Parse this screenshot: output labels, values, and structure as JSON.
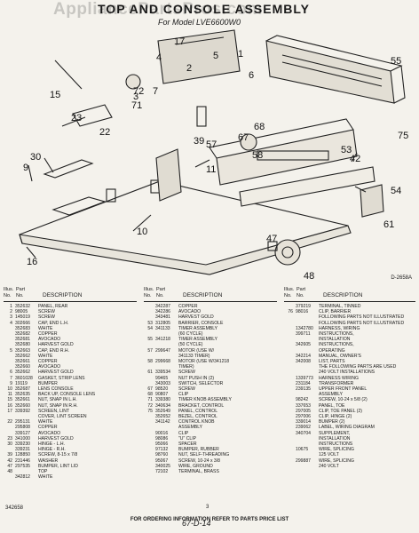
{
  "watermark": "AppliancePartsPros.com",
  "page_title": "TOP AND CONSOLE ASSEMBLY",
  "page_subtitle": "For Model LVE6600W0",
  "diagram_code": "D-2658A",
  "callouts": [
    "1",
    "2",
    "3",
    "4",
    "5",
    "6",
    "7",
    "9",
    "10",
    "11",
    "15",
    "16",
    "17",
    "22",
    "23",
    "30",
    "39",
    "42",
    "47",
    "48",
    "53",
    "54",
    "55",
    "57",
    "58",
    "61",
    "67",
    "68",
    "71",
    "72",
    "75"
  ],
  "columns": [
    {
      "hdr_ill": "Illus.",
      "hdr_part": "Part",
      "hdr_no": "No.",
      "hdr_pno": "No.",
      "hdr_desc": "DESCRIPTION",
      "rows": [
        [
          "1",
          "352632",
          "PANEL, REAR"
        ],
        [
          "2",
          "98005",
          "SCREW"
        ],
        [
          "3",
          "145019",
          "SCREW"
        ],
        [
          "4",
          "302666",
          "CAP, END L.H."
        ],
        [
          "",
          "352683",
          "WHITE"
        ],
        [
          "",
          "352682",
          "COPPER"
        ],
        [
          "",
          "352681",
          "AVOCADO"
        ],
        [
          "",
          "352680",
          "HARVEST GOLD"
        ],
        [
          "5",
          "352663",
          "CAP, END R.H."
        ],
        [
          "",
          "352662",
          "WHITE"
        ],
        [
          "",
          "352661",
          "COPPER"
        ],
        [
          "",
          "352660",
          "AVOCADO"
        ],
        [
          "6",
          "352662",
          "HARVEST GOLD"
        ],
        [
          "7",
          "3601028",
          "GASKET, STRIP LENS"
        ],
        [
          "9",
          "19119",
          "BUMPER"
        ],
        [
          "10",
          "352687",
          "LENS CONSOLE"
        ],
        [
          "11",
          "352635",
          "BACK UP, CONSOLE LENS"
        ],
        [
          "15",
          "352661",
          "NUT, SNAP IN L.H."
        ],
        [
          "16",
          "352660",
          "NUT, SNAP IN R.H."
        ],
        [
          "17",
          "339392",
          "SCREEN, LINT"
        ],
        [
          "",
          "",
          "COVER, LINT SCREEN"
        ],
        [
          "22",
          "295131",
          "WHITE"
        ],
        [
          "",
          "295808",
          "COPPER"
        ],
        [
          "",
          "339127",
          "AVOCADO"
        ],
        [
          "23",
          "341000",
          "HARVEST GOLD"
        ],
        [
          "30",
          "339230",
          "HINGE - L.H."
        ],
        [
          "",
          "339231",
          "HINGE - R.H."
        ],
        [
          "39",
          "128850",
          "SCREW, 8-15 x 7/8"
        ],
        [
          "42",
          "231446",
          "WASHER"
        ],
        [
          "47",
          "297535",
          "BUMPER, LINT LID"
        ],
        [
          "48",
          "",
          "TOP"
        ],
        [
          "",
          "342812",
          "WHITE"
        ]
      ]
    },
    {
      "hdr_ill": "Illus.",
      "hdr_part": "Part",
      "hdr_no": "No.",
      "hdr_pno": "No.",
      "hdr_desc": "DESCRIPTION",
      "rows": [
        [
          "",
          "342287",
          "COPPER"
        ],
        [
          "",
          "342286",
          "AVOCADO"
        ],
        [
          "",
          "343481",
          "HARVEST GOLD"
        ],
        [
          "53",
          "312805",
          "BARRIER, CONSOLE"
        ],
        [
          "54",
          "341133",
          "TIMER ASSEMBLY"
        ],
        [
          "",
          "",
          "(60 CYCLE)"
        ],
        [
          "55",
          "341218",
          "TIMER ASSEMBLY"
        ],
        [
          "",
          "",
          "(50 CYCLE)"
        ],
        [
          "57",
          "299647",
          "MOTOR (USE W/"
        ],
        [
          "",
          "",
          "341133 TIMER)"
        ],
        [
          "58",
          "299668",
          "MOTOR (USE W/341218"
        ],
        [
          "",
          "",
          "TIMER)"
        ],
        [
          "61",
          "339534",
          "SCREW"
        ],
        [
          "",
          "99465",
          "NUT PUSH IN (2)"
        ],
        [
          "",
          "343003",
          "SWITCH, SELECTOR"
        ],
        [
          "67",
          "98520",
          "SCREW"
        ],
        [
          "68",
          "90807",
          "CLIP"
        ],
        [
          "71",
          "339380",
          "TIMER KNOB ASSEMBLY"
        ],
        [
          "72",
          "340634",
          "BRACKET, CONTROL"
        ],
        [
          "75",
          "352649",
          "PANEL, CONTROL"
        ],
        [
          "",
          "352652",
          "BEZEL, CONTROL"
        ],
        [
          "",
          "341142",
          "CONTROL KNOB"
        ],
        [
          "",
          "",
          "ASSEMBLY"
        ],
        [
          "",
          "90016",
          "CLIP"
        ],
        [
          "",
          "98086",
          "\"U\" CLIP"
        ],
        [
          "",
          "95066",
          "SPACER"
        ],
        [
          "",
          "97132",
          "BUMPER, RUBBER"
        ],
        [
          "",
          "98760",
          "NUT, SELF-THREADING"
        ],
        [
          "",
          "95067",
          "SCREW, 10-24 x 3/8"
        ],
        [
          "",
          "340025",
          "WIRE, GROUND"
        ],
        [
          "",
          "72102",
          "TERMINAL, BRASS"
        ]
      ]
    },
    {
      "hdr_ill": "Illus.",
      "hdr_part": "Part",
      "hdr_no": "No.",
      "hdr_pno": "No.",
      "hdr_desc": "DESCRIPTION",
      "rows": [
        [
          "",
          "379219",
          "TERMINAL, TINNED"
        ],
        [
          "76",
          "98016",
          "CLIP, BARRIER"
        ],
        [
          "",
          "",
          "FOLLOWING PARTS NOT ILLUSTRATED"
        ],
        [
          "",
          "",
          "FOLLOWING PARTS NOT ILLUSTRATED"
        ],
        [
          "",
          "1342780",
          "HARNESS, WIRING"
        ],
        [
          "",
          "399711",
          "INSTRUCTIONS,"
        ],
        [
          "",
          "",
          "INSTALLATION"
        ],
        [
          "",
          "342605",
          "INSTRUCTIONS,"
        ],
        [
          "",
          "",
          "OPERATING"
        ],
        [
          "",
          "342214",
          "MANUAL, OWNER'S"
        ],
        [
          "",
          "342008",
          "LIST, PARTS"
        ],
        [
          "",
          "",
          "THE FOLLOWING PARTS ARE USED"
        ],
        [
          "",
          "",
          "240 VOLT INSTALLATIONS"
        ],
        [
          "",
          "1339773",
          "HARNESS WIRING"
        ],
        [
          "",
          "231184",
          "TRANSFORMER"
        ],
        [
          "",
          "239135",
          "UPPER FRONT PANEL"
        ],
        [
          "",
          "",
          "ASSEMBLY"
        ],
        [
          "",
          "98242",
          "SCREW, 10-24 x 5/8 (2)"
        ],
        [
          "",
          "337653",
          "PANEL, TOE"
        ],
        [
          "",
          "297005",
          "CLIP, TOE PANEL (2)"
        ],
        [
          "",
          "297006",
          "CLIP, HINGE (2)"
        ],
        [
          "",
          "339014",
          "BUMPER (2)"
        ],
        [
          "",
          "239062",
          "LABEL, WIRING DIAGRAM"
        ],
        [
          "",
          "340704",
          "SUPPLEMENT,"
        ],
        [
          "",
          "",
          "INSTALLATION"
        ],
        [
          "",
          "",
          "INSTRUCTIONS"
        ],
        [
          "",
          "10675",
          "WIRE, SPLICING"
        ],
        [
          "",
          "",
          "125 VOLT"
        ],
        [
          "",
          "299887",
          "WIRE, SPLICING"
        ],
        [
          "",
          "",
          "240 VOLT"
        ]
      ]
    }
  ],
  "footer_note": "FOR ORDERING INFORMATION REFER TO PARTS PRICE LIST",
  "footer_code": "342658",
  "page_number": "3",
  "handwritten": "67-D-14"
}
